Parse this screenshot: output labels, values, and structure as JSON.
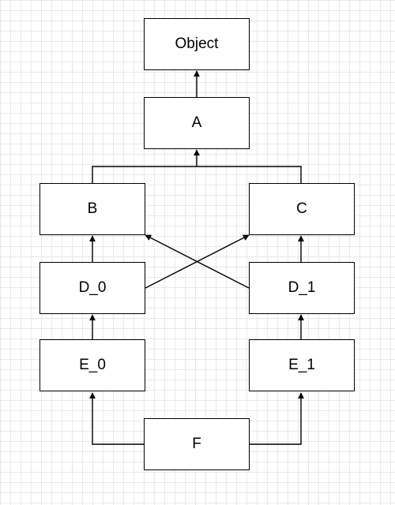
{
  "nodes": {
    "object": "Object",
    "a": "A",
    "b": "B",
    "c": "C",
    "d0": "D_0",
    "d1": "D_1",
    "e0": "E_0",
    "e1": "E_1",
    "f": "F"
  },
  "edges": [
    {
      "from": "a",
      "to": "object"
    },
    {
      "from": "b",
      "to": "a"
    },
    {
      "from": "c",
      "to": "a"
    },
    {
      "from": "d0",
      "to": "b"
    },
    {
      "from": "d0",
      "to": "c"
    },
    {
      "from": "d1",
      "to": "c"
    },
    {
      "from": "d1",
      "to": "b"
    },
    {
      "from": "e0",
      "to": "d0"
    },
    {
      "from": "e1",
      "to": "d1"
    },
    {
      "from": "f",
      "to": "e0"
    },
    {
      "from": "f",
      "to": "e1"
    }
  ]
}
